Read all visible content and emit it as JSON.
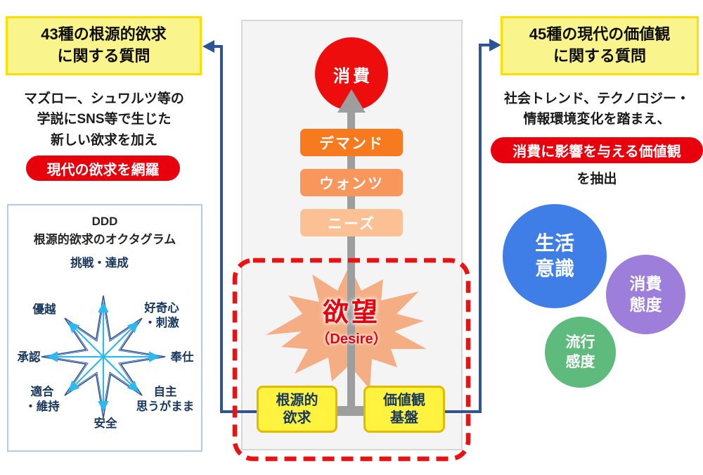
{
  "left_panel": {
    "question_title": "43種の根源的欲求\nに関する質問",
    "description": "マズロー、シュワルツ等の\n学説にSNS等で生じた\n新しい欲求を加え",
    "badge": "現代の欲求を網羅",
    "octagram": {
      "title": "DDD\n根源的欲求のオクタグラム",
      "labels": [
        "挑戦・達成",
        "好奇心\n・刺激",
        "奉仕",
        "自主\n思うがまま",
        "安全",
        "適合\n・維持",
        "承認",
        "優越"
      ]
    }
  },
  "center_flow": {
    "top": "消費",
    "levels": [
      "デマンド",
      "ウォンツ",
      "ニーズ"
    ],
    "desire": {
      "main": "欲望",
      "sub": "（Desire）"
    },
    "bases": [
      "根源的\n欲求",
      "価値観\n基盤"
    ]
  },
  "right_panel": {
    "question_title": "45種の現代の価値観\nに関する質問",
    "description": "社会トレンド、テクノロジー・\n情報環境変化を踏まえ、",
    "badge": "消費に影響を与える価値観",
    "badge_suffix": "を抽出",
    "value_circles": [
      "生活\n意識",
      "消費\n態度",
      "流行\n感度"
    ]
  },
  "colors": {
    "accent_red": "#e8000d",
    "consume_red": "#ee0d0d",
    "demand_orange": "#f87a1e",
    "wants_orange": "#f9965c",
    "needs_orange": "#fbc094",
    "burst_orange": "#f5ae83",
    "highlight_yellow": "#fff340",
    "pale_yellow": "#faf48c",
    "yellow_border": "#ffdd00",
    "connector_navy": "#2e5396",
    "octagram_navy": "#2f5597",
    "octagram_cyan": "#2fb8f0",
    "life_blue": "#3e7ee6",
    "attitude_purple": "#9d7eda",
    "trend_green": "#5fba7d",
    "flow_gray": "#9e9e9e",
    "dashed_frame_red": "#ed1111"
  }
}
